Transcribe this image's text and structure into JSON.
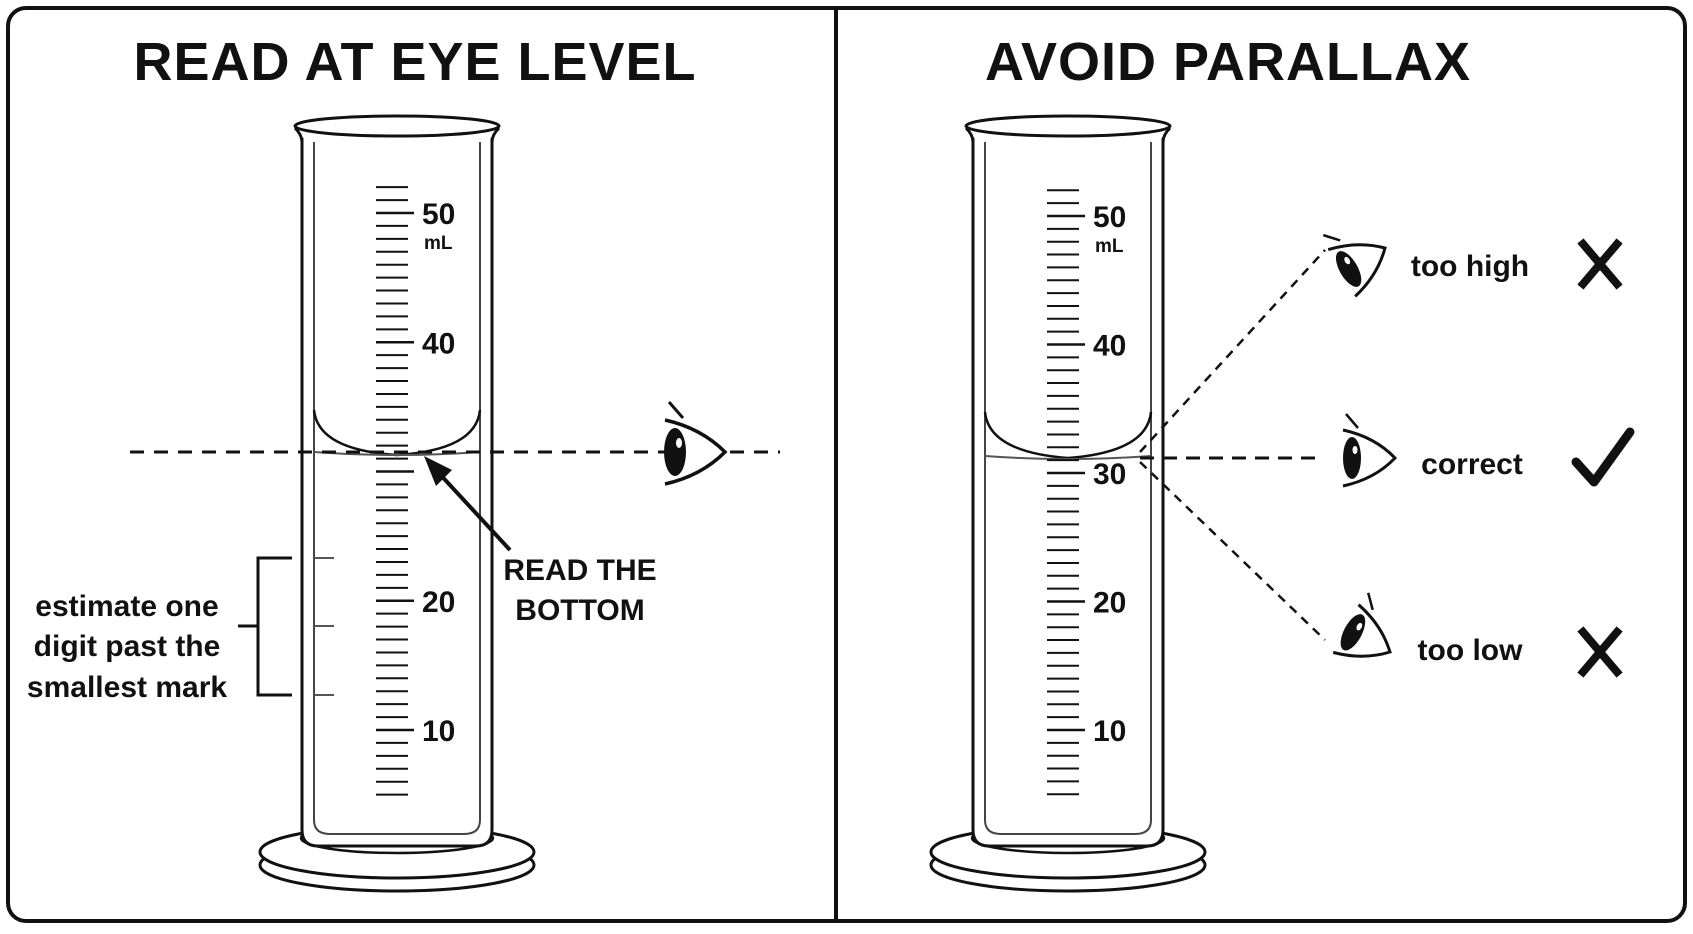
{
  "colors": {
    "ink": "#111111",
    "glass": "#444444",
    "background": "#ffffff"
  },
  "left_panel": {
    "title": "READ AT EYE LEVEL",
    "scale_labels": [
      "50",
      "40",
      "20",
      "10"
    ],
    "unit": "mL",
    "annotation_lines": [
      "estimate one",
      "digit past the",
      "smallest mark"
    ],
    "callout_lines": [
      "READ THE",
      "BOTTOM"
    ],
    "icon": "eye-icon"
  },
  "right_panel": {
    "title": "AVOID PARALLAX",
    "scale_labels": [
      "50",
      "40",
      "30",
      "20",
      "10"
    ],
    "unit": "mL",
    "views": [
      {
        "label": "too high",
        "mark": "cross",
        "icon": "eye-icon"
      },
      {
        "label": "correct",
        "mark": "check",
        "icon": "eye-icon"
      },
      {
        "label": "too low",
        "mark": "cross",
        "icon": "eye-icon"
      }
    ]
  }
}
